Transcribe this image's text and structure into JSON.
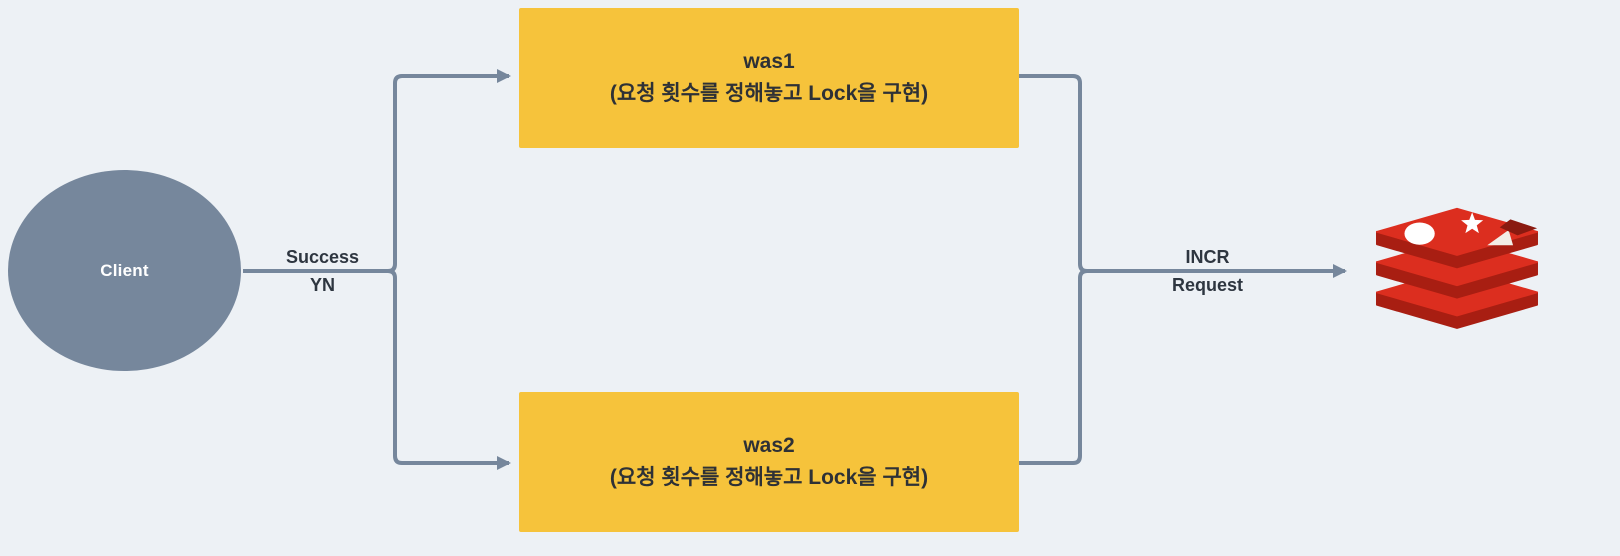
{
  "diagram": {
    "background_color": "#edf1f5",
    "line_color": "#76879c",
    "client_node": {
      "label": "Client",
      "color": "#76879c"
    },
    "branch_label": {
      "line1": "Success",
      "line2": "YN"
    },
    "was_nodes": [
      {
        "title": "was1",
        "subtitle": "(요청 횟수를 정해놓고 Lock을 구현)",
        "color": "#f6c33b"
      },
      {
        "title": "was2",
        "subtitle": "(요청 횟수를 정해놓고 Lock을 구현)",
        "color": "#f6c33b"
      }
    ],
    "redis_edge_label": {
      "line1": "INCR",
      "line2": "Request"
    },
    "redis_icon": {
      "name": "redis-icon",
      "primary_color": "#dc2e1f",
      "shadow_color": "#a81e12"
    }
  }
}
